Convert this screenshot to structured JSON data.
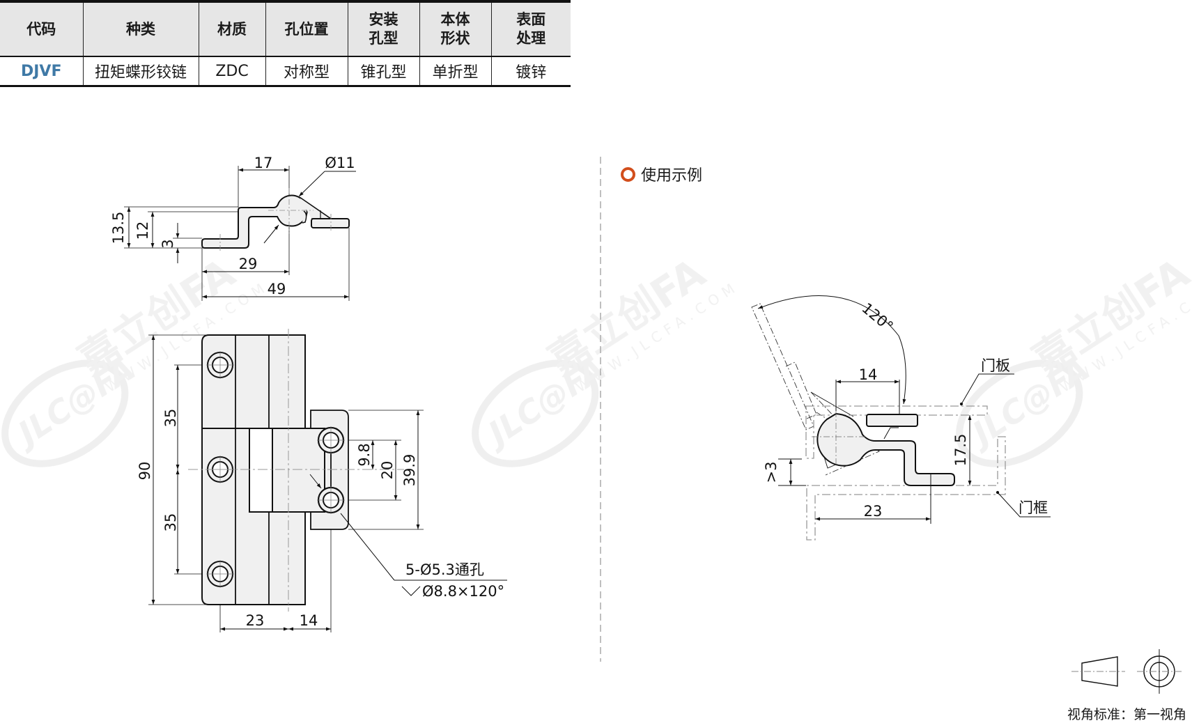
{
  "spec_table": {
    "headers": [
      "代码",
      "种类",
      "材质",
      "孔位置",
      "安装\n孔型",
      "本体\n形状",
      "表面\n处理"
    ],
    "header_lines": [
      [
        "代码"
      ],
      [
        "种类"
      ],
      [
        "材质"
      ],
      [
        "孔位置"
      ],
      [
        "安装",
        "孔型"
      ],
      [
        "本体",
        "形状"
      ],
      [
        "表面",
        "处理"
      ]
    ],
    "row": [
      "DJVF",
      "扭矩蝶形铰链",
      "ZDC",
      "对称型",
      "锥孔型",
      "单折型",
      "镀锌"
    ]
  },
  "colors": {
    "code_blue": "#3f79a6",
    "accent_orange": "#d24e1c",
    "part_fill": "#f0f0f0"
  },
  "top_view": {
    "dims": {
      "d17": "17",
      "dia11": "Ø11",
      "d13_5": "13.5",
      "d12": "12",
      "d3": "3",
      "d29": "29",
      "d49": "49"
    }
  },
  "front_view": {
    "dims": {
      "d90": "90",
      "d35a": "35",
      "d35b": "35",
      "d23": "23",
      "d14": "14",
      "d9_8": "9.8",
      "d20": "20",
      "d39_9": "39.9"
    },
    "hole_note_line1": "5-Ø5.3通孔",
    "hole_note_line2": "Ø8.8×120°"
  },
  "usage": {
    "title": "使用示例",
    "angle": "120°",
    "d14": "14",
    "d17_5": "17.5",
    "d3": ">3",
    "d23": "23",
    "door_panel": "门板",
    "door_frame": "门框"
  },
  "watermark": {
    "brand": "JLC@FA",
    "cn": "嘉立创FA",
    "url": "WWW.JLCFA.COM"
  },
  "view_standard": "视角标准：第一视角"
}
